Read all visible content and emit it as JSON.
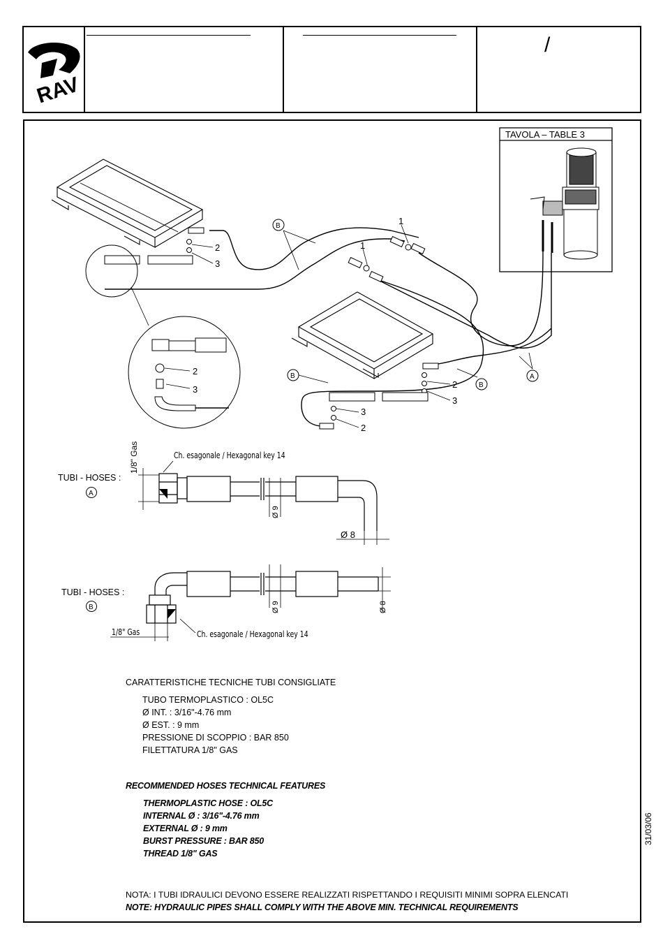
{
  "header": {
    "logo_text": "RAV",
    "revision_mark": "/"
  },
  "drawing": {
    "table_title": "TAVOLA  –  TABLE 3",
    "balloon_labels": {
      "a": "A",
      "b": "B"
    },
    "item_numbers": {
      "fitting": "1",
      "washer": "2",
      "adapter": "3"
    },
    "hose_a_label": "TUBI - HOSES :",
    "hose_b_label": "TUBI - HOSES :",
    "hex_key_a": "Ch. esagonale / Hexagonal key 14",
    "hex_key_b": "Ch. esagonale / Hexagonal key 14",
    "gas_a": "1/8\"  Gas",
    "gas_b": "1/8\"  Gas",
    "dia_9": "Ø 9",
    "dia_8": "Ø 8"
  },
  "specs_it": {
    "title": "CARATTERISTICHE TECNICHE TUBI CONSIGLIATE",
    "lines": [
      "TUBO TERMOPLASTICO : OL5C",
      "Ø INT. : 3/16\"-4.76 mm",
      "Ø EST. : 9 mm",
      "PRESSIONE DI SCOPPIO : BAR 850",
      "FILETTATURA 1/8\" GAS"
    ]
  },
  "specs_en": {
    "title": "RECOMMENDED HOSES TECHNICAL FEATURES",
    "lines": [
      "THERMOPLASTIC HOSE : OL5C",
      "INTERNAL Ø : 3/16\"-4.76 mm",
      "EXTERNAL Ø : 9 mm",
      "BURST PRESSURE : BAR 850",
      "THREAD 1/8\" GAS"
    ]
  },
  "notes": {
    "it": "NOTA: I TUBI IDRAULICI DEVONO ESSERE REALIZZATI RISPETTANDO I REQUISITI MINIMI SOPRA ELENCATI",
    "en": "NOTE: HYDRAULIC PIPES SHALL COMPLY WITH THE ABOVE MIN. TECHNICAL REQUIREMENTS"
  },
  "side_date": "31/03/06"
}
